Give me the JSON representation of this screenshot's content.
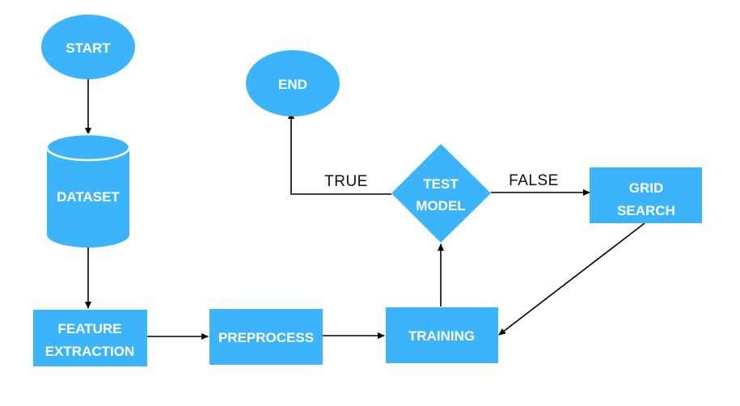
{
  "colors": {
    "node_fill": "#3bb4fb",
    "node_text": "#ffffff",
    "edge": "#000000",
    "label": "#111111"
  },
  "nodes": {
    "start": {
      "label": "START",
      "shape": "ellipse"
    },
    "end": {
      "label": "END",
      "shape": "ellipse"
    },
    "dataset": {
      "label": "DATASET",
      "shape": "cylinder"
    },
    "feature_extraction": {
      "line1": "FEATURE",
      "line2": "EXTRACTION",
      "shape": "rectangle"
    },
    "preprocess": {
      "label": "PREPROCESS",
      "shape": "rectangle"
    },
    "training": {
      "label": "TRAINING",
      "shape": "rectangle"
    },
    "test_model": {
      "line1": "TEST",
      "line2": "MODEL",
      "shape": "diamond"
    },
    "grid_search": {
      "line1": "GRID",
      "line2": "SEARCH",
      "shape": "rectangle"
    }
  },
  "edges": {
    "true_label": "TRUE",
    "false_label": "FALSE"
  }
}
